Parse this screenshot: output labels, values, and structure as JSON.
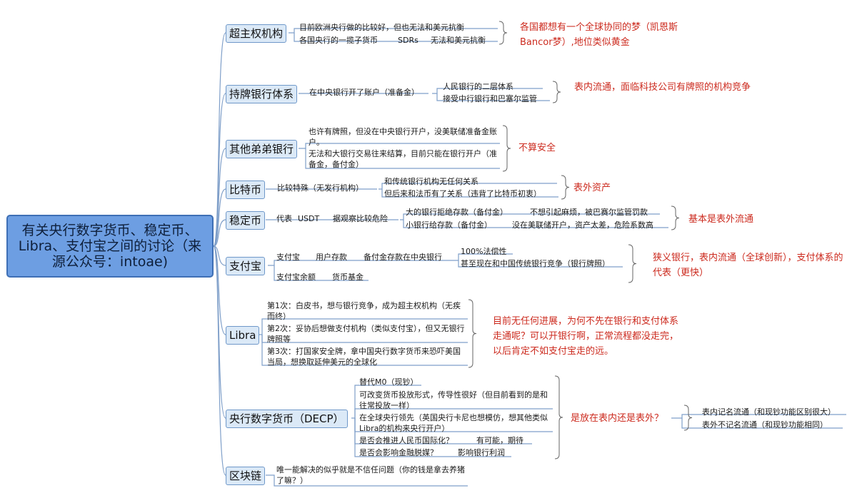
{
  "root": {
    "title": "有关央行数字货币、稳定币、Libra、支付宝之间的讨论（来源公众号：intoae)"
  },
  "topics": [
    {
      "label": "超主权机构",
      "items": [
        "目前欧洲央行做的比较好，但也无法和美元抗衡",
        "各国央行的一揽子货币",
        "SDRs",
        "无法和美元抗衡"
      ],
      "note": "各国都想有一个全球协同的梦（凯恩斯Bancor梦）,地位类似黄金"
    },
    {
      "label": "持牌银行体系",
      "items": [
        "在中央银行开了账户（准备金）",
        "人民银行的二层体系",
        "接受中行银行和巴塞尔监管"
      ],
      "note": "表内流通，面临科技公司有牌照的机构竞争"
    },
    {
      "label": "其他弟弟银行",
      "items": [
        "也许有牌照，但没在中央银行开户，没美联储准备金账户。",
        "无法和大银行交易往来结算，目前只能在银行开户（准备金，备付金）"
      ],
      "note": "不算安全"
    },
    {
      "label": "比特币",
      "items": [
        "比较特殊（无发行机构）",
        "和传统银行机构无任何关系",
        "但后来和法币有了关系（违背了比特币初衷）"
      ],
      "note": "表外资产"
    },
    {
      "label": "稳定币",
      "items": [
        "代表",
        "USDT",
        "据观察比较危险",
        "大的银行拒绝存款（备付金）",
        "不想引起麻烦，被巴赛尔监管罚款",
        "小银行给存款（备付金）",
        "没在美联储开户，资产太差，危险系数高"
      ],
      "note": "基本是表外流通"
    },
    {
      "label": "支付宝",
      "items": [
        "支付宝",
        "用户存款",
        "备付金存款在中央银行",
        "100%法偿性",
        "甚至现在和中国传统银行竞争（银行牌照）",
        "支付宝余额",
        "货币基金"
      ],
      "note": "狭义银行，表内流通（全球创新），支付体系的代表（更快）"
    },
    {
      "label": "Libra",
      "items": [
        "第1次：白皮书，想与银行竞争，成为超主权机构（无疾而终）",
        "第2次：妥协后想做支付机构（类似支付宝），但又无银行牌照等",
        "第3次：打国家安全牌，拿中国央行数字货币来恐吓美国当局，想换取延伸美元的全球化"
      ],
      "note": "目前无任何进展，为何不先在银行和支付体系走通呢？可以开银行啊，正常流程都没走完，以后肯定不如支付宝走的远。"
    },
    {
      "label": "央行数字货币（DECP）",
      "items": [
        "替代M0（现钞）",
        "可改变货币投放形式，传导性很好（但目前看到的是和往常投放一样）",
        "在全球央行领先（英国央行卡尼也想模仿，想其他类似Libra的机构来央行开户）",
        "是否会推进人民币国际化？",
        "有可能，期待",
        "是否会影响金融脱媒？",
        "影响银行利润"
      ],
      "note": "是放在表内还是表外？",
      "leaves": [
        "表内记名流通（和现钞功能区别很大）",
        "表外不记名流通（和现钞功能相同）"
      ]
    },
    {
      "label": "区块链",
      "items": [
        "唯一能解决的似乎就是不信任问题（你的钱是拿去养猪了嘛？）"
      ]
    }
  ],
  "colors": {
    "root_fill": "#6d9ee2",
    "topic_fill": "#dbe9f7",
    "note_text": "#cc2a1e",
    "line": "#7f9fc9"
  }
}
